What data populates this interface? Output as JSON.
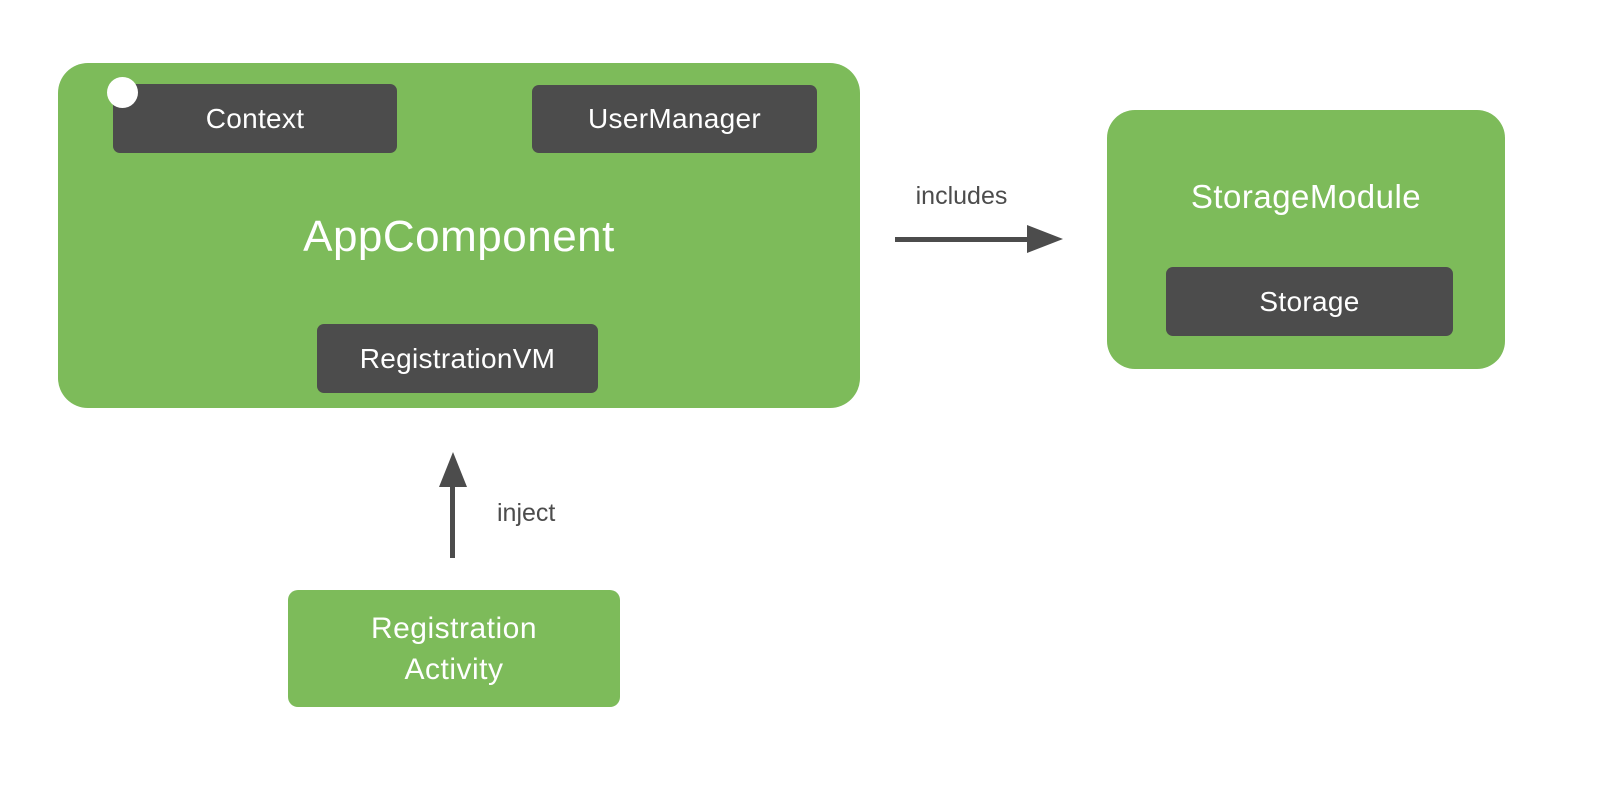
{
  "diagram": {
    "kind": "dependency-injection-graph",
    "background_color": "#ffffff",
    "colors": {
      "container_green": "#7dbb5a",
      "chip_dark": "#4c4c4c",
      "node_text": "#ffffff",
      "edge_gray": "#4c4c4c"
    },
    "nodes": {
      "app_component": {
        "label": "AppComponent"
      },
      "context": {
        "label": "Context"
      },
      "user_manager": {
        "label": "UserManager"
      },
      "registration_vm": {
        "label": "RegistrationVM"
      },
      "storage_module": {
        "label": "StorageModule"
      },
      "storage": {
        "label": "Storage"
      },
      "registration_activity": {
        "lines": [
          "Registration",
          "Activity"
        ]
      }
    },
    "edges": {
      "includes": {
        "label": "includes",
        "from": "AppComponent",
        "to": "StorageModule",
        "direction": "right"
      },
      "inject": {
        "label": "inject",
        "from": "Registration Activity",
        "to": "AppComponent",
        "direction": "up"
      }
    }
  }
}
